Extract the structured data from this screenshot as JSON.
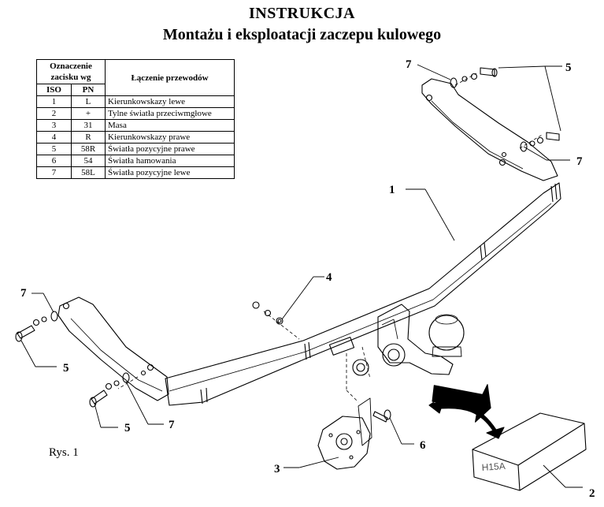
{
  "header": {
    "title": "INSTRUKCJA",
    "subtitle": "Montażu i eksploatacji zaczepu kulowego"
  },
  "wiring_table": {
    "group_header": "Oznaczenie zacisku wg",
    "col_iso": "ISO",
    "col_pn": "PN",
    "col_conn": "Łączenie przewodów",
    "rows": [
      {
        "iso": "1",
        "pn": "L",
        "desc": "Kierunkowskazy lewe"
      },
      {
        "iso": "2",
        "pn": "+",
        "desc": "Tylne światła przeciwmgłowe"
      },
      {
        "iso": "3",
        "pn": "31",
        "desc": "Masa"
      },
      {
        "iso": "4",
        "pn": "R",
        "desc": "Kierunkowskazy prawe"
      },
      {
        "iso": "5",
        "pn": "58R",
        "desc": "Światła pozycyjne prawe"
      },
      {
        "iso": "6",
        "pn": "54",
        "desc": "Światła hamowania"
      },
      {
        "iso": "7",
        "pn": "58L",
        "desc": "Światła pozycyjne lewe"
      }
    ]
  },
  "figure": {
    "caption": "Rys. 1",
    "box_label": "H15A",
    "callouts": {
      "c1": "1",
      "c2": "2",
      "c3": "3",
      "c4": "4",
      "c5_top": "5",
      "c5_left": "5",
      "c5_bottom": "5",
      "c6": "6",
      "c7_top": "7",
      "c7_right": "7",
      "c7_left": "7",
      "c7_bottom": "7"
    }
  }
}
